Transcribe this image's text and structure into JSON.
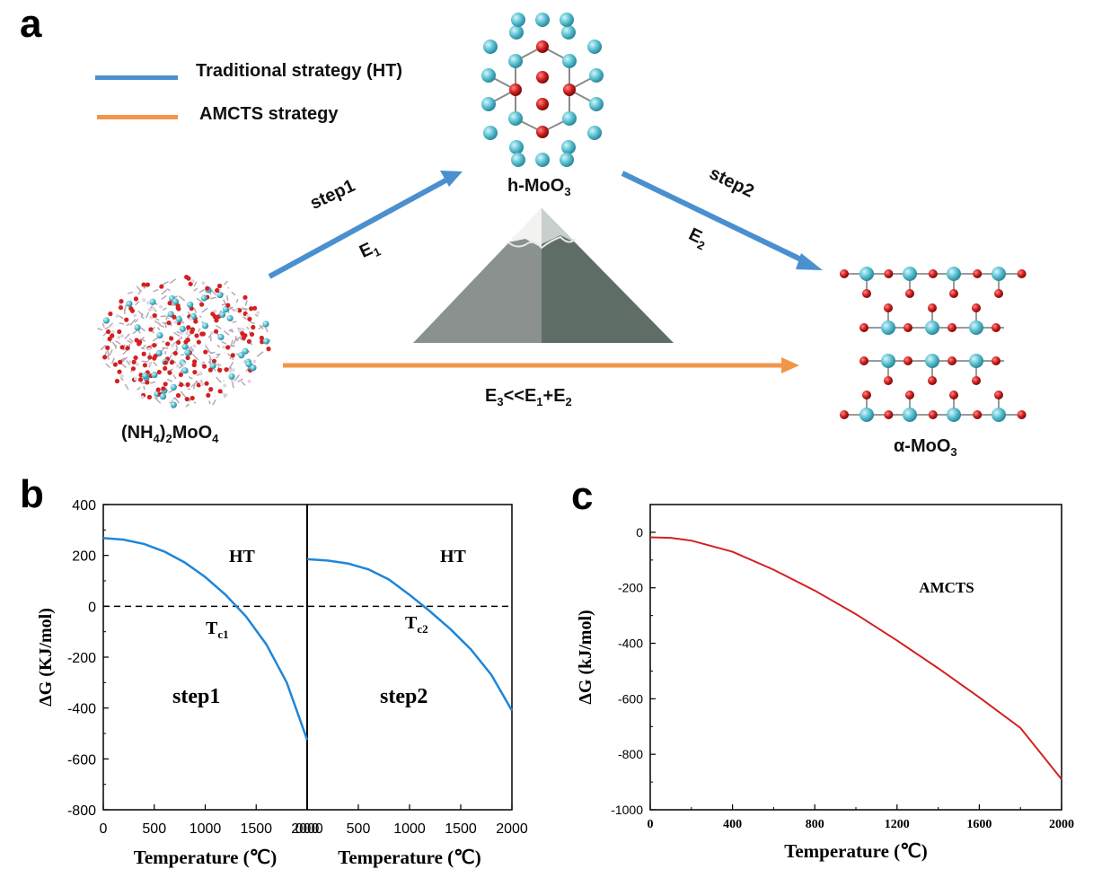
{
  "panel_a": {
    "letter": "a",
    "legend": {
      "traditional_label": "Traditional strategy (HT)",
      "amcts_label": "AMCTS strategy",
      "traditional_color": "#4a90cf",
      "amcts_color": "#f0964a"
    },
    "nodes": {
      "h_moo3": "h-MoO",
      "h_moo3_sub": "3",
      "alpha_moo3": "α-MoO",
      "alpha_moo3_sub": "3",
      "precursor_a": "(NH",
      "precursor_sub1": "4",
      "precursor_b": ")",
      "precursor_sub2": "2",
      "precursor_c": "MoO",
      "precursor_sub3": "4"
    },
    "arrows": {
      "step1": "step1",
      "e1": "E",
      "e1_sub": "1",
      "step2": "step2",
      "e2": "E",
      "e2_sub": "2",
      "e3_e": "E",
      "e3_sub": "3",
      "e3_mid": "<<E",
      "e3_sub1": "1",
      "e3_plus": "+E",
      "e3_sub2": "2"
    },
    "atom_colors": {
      "mo": "#5bc2d4",
      "o": "#d42020",
      "h": "#d9c8d8"
    }
  },
  "panel_b": {
    "letter": "b",
    "ylabel": "ΔG (KJ/mol)",
    "xlabel": "Temperature (℃)",
    "y_ticks": [
      "400",
      "200",
      "0",
      "-200",
      "-400",
      "-600",
      "-800"
    ],
    "x_ticks_left": [
      "0",
      "500",
      "1000",
      "1500",
      "2000"
    ],
    "x_ticks_right": [
      "000",
      "500",
      "1000",
      "1500",
      "2000"
    ],
    "left_tag": "HT",
    "right_tag": "HT",
    "left_step": "step1",
    "right_step": "step2",
    "tc1": "T",
    "tc1_sub": "c1",
    "tc2": "T",
    "tc2_sub": "c2"
  },
  "panel_c": {
    "letter": "c",
    "ylabel": "ΔG (kJ/mol)",
    "xlabel": "Temperature (℃)",
    "y_ticks": [
      "0",
      "-200",
      "-400",
      "-600",
      "-800",
      "-1000"
    ],
    "x_ticks": [
      "0",
      "400",
      "800",
      "1200",
      "1600",
      "2000"
    ],
    "tag": "AMCTS"
  },
  "chart_data": [
    {
      "type": "line",
      "xlabel": "Temperature (℃)",
      "ylabel": "ΔG (KJ/mol)",
      "xlim": [
        0,
        2000
      ],
      "ylim": [
        -800,
        400
      ],
      "series": [
        {
          "name": "step1",
          "x": [
            0,
            200,
            400,
            600,
            800,
            1000,
            1200,
            1400,
            1600,
            1800,
            2000
          ],
          "y": [
            268,
            262,
            245,
            215,
            172,
            115,
            45,
            -40,
            -150,
            -300,
            -525
          ],
          "color": "#1f86d8"
        }
      ],
      "reference_line": {
        "y": 0,
        "style": "dashed"
      }
    },
    {
      "type": "line",
      "xlabel": "Temperature (℃)",
      "ylabel": "",
      "xlim": [
        0,
        2000
      ],
      "ylim": [
        -800,
        400
      ],
      "series": [
        {
          "name": "step2",
          "x": [
            0,
            200,
            400,
            600,
            800,
            1000,
            1200,
            1400,
            1600,
            1800,
            2000
          ],
          "y": [
            185,
            180,
            168,
            145,
            105,
            45,
            -20,
            -90,
            -170,
            -270,
            -410
          ],
          "color": "#1f86d8"
        }
      ],
      "reference_line": {
        "y": 0,
        "style": "dashed"
      }
    },
    {
      "type": "line",
      "xlabel": "Temperature (℃)",
      "ylabel": "ΔG (kJ/mol)",
      "xlim": [
        0,
        2000
      ],
      "ylim": [
        -1000,
        100
      ],
      "series": [
        {
          "name": "AMCTS",
          "x": [
            0,
            100,
            200,
            400,
            600,
            800,
            1000,
            1200,
            1400,
            1600,
            1800,
            2000
          ],
          "y": [
            -18,
            -20,
            -30,
            -70,
            -135,
            -210,
            -295,
            -390,
            -490,
            -595,
            -705,
            -890
          ],
          "color": "#d42020"
        }
      ]
    }
  ]
}
